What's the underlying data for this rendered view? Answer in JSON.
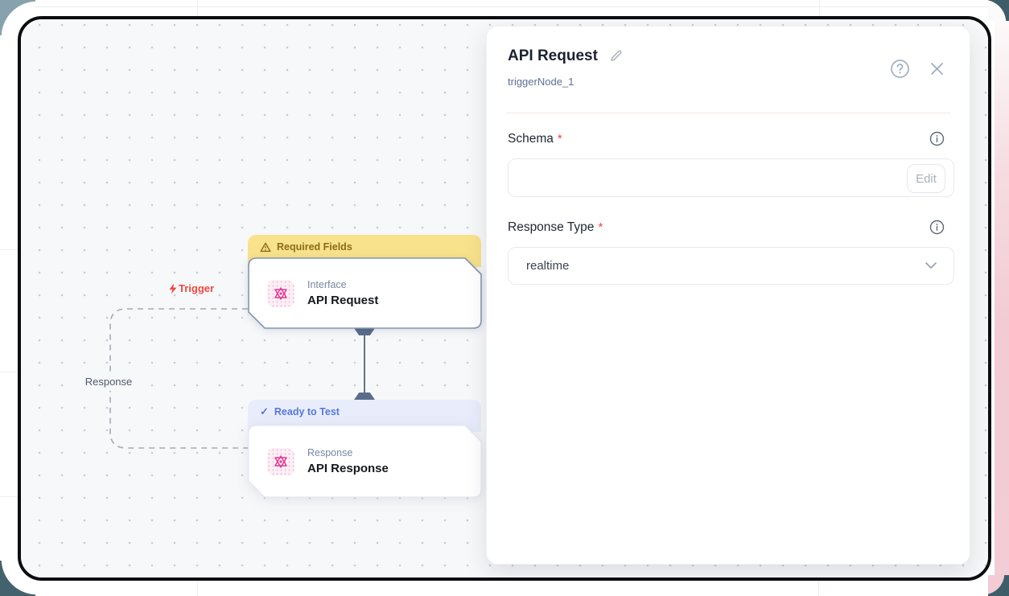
{
  "panel": {
    "title": "API Request",
    "subtitle": "triggerNode_1",
    "required_marker": "*",
    "fields": [
      {
        "label": "Schema",
        "action_label": "Edit"
      },
      {
        "label": "Response Type",
        "value": "realtime"
      }
    ]
  },
  "canvas": {
    "edges": {
      "trigger_label": "Trigger",
      "response_label": "Response"
    },
    "nodes": [
      {
        "status_badge": "Required Fields",
        "type_label": "Interface",
        "title": "API Request"
      },
      {
        "status_badge": "Ready to Test",
        "type_label": "Response",
        "title": "API Response"
      }
    ]
  },
  "icons": {
    "check": "✓",
    "title_edit": "pencil-icon",
    "help": "question-circle-icon",
    "close": "close-icon",
    "info": "info-circle-icon",
    "dropdown": "chevron-down-icon",
    "warning": "warning-triangle-icon",
    "trigger_bolt": "lightning-icon",
    "node_glyph": "interface-icon"
  },
  "colors": {
    "accent_pink": "#E23C96",
    "warning_bg": "#F9E28C",
    "warning_text": "#8A6B16",
    "ready_bg": "#E9EDFB",
    "ready_text": "#5578DA",
    "trigger_red": "#F0483E",
    "canvas_bg": "#F7F8FA",
    "frame_border": "#0B0D11"
  }
}
